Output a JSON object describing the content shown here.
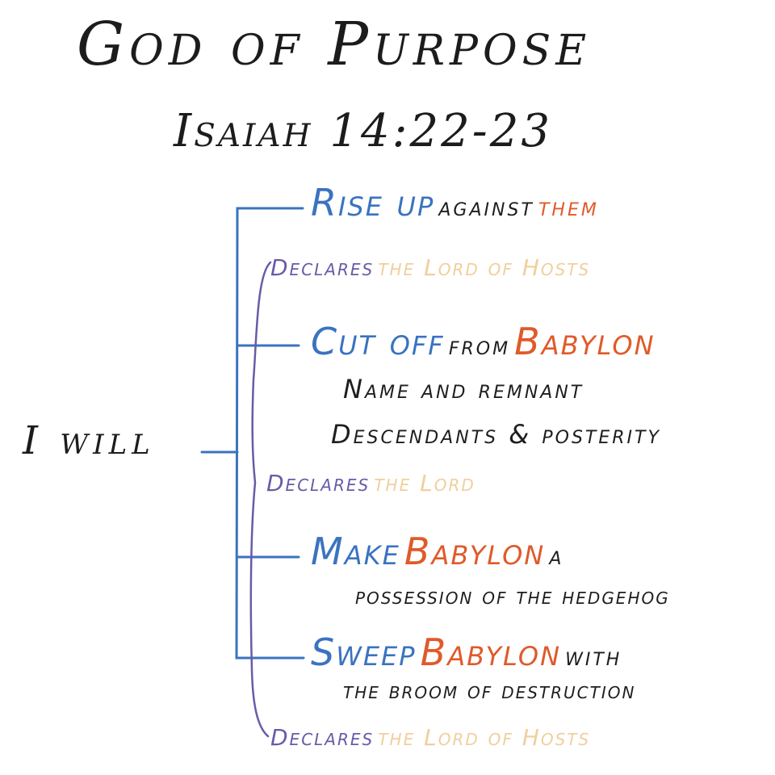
{
  "title": "God of Purpose",
  "reference": "Isaiah 14:22-23",
  "root": "I will",
  "colors": {
    "action": "#3a73c0",
    "target": "#e05a2a",
    "text": "#1e1e1e",
    "declares": "#6a5aa8",
    "lord": "#f0cf9c"
  },
  "branches": [
    {
      "verb": "Rise up",
      "rest": "against",
      "target": "them"
    },
    {
      "verb": "Cut off",
      "rest": "from",
      "target": "Babylon",
      "detail1": "Name and remnant",
      "detail2": "Descendants & posterity"
    },
    {
      "verb": "Make",
      "target": "Babylon",
      "rest": "a",
      "detail1": "possession of the hedgehog"
    },
    {
      "verb": "Sweep",
      "target": "Babylon",
      "rest": "with",
      "detail1": "the broom of destruction"
    }
  ],
  "declarations": [
    {
      "declares": "Declares",
      "lord": "the Lord of Hosts"
    },
    {
      "declares": "Declares",
      "lord": "the Lord"
    },
    {
      "declares": "Declares",
      "lord": "the Lord of Hosts"
    }
  ]
}
